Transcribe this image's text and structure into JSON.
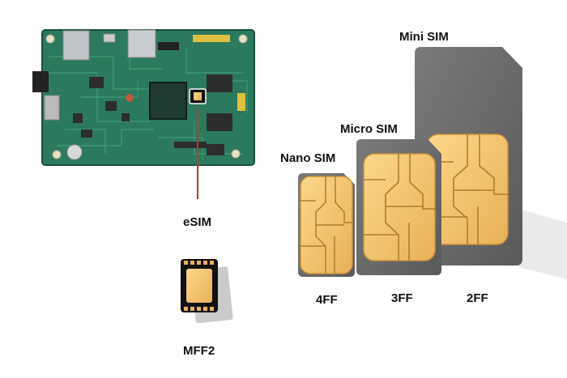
{
  "labels": {
    "esim": "eSIM",
    "mff2": "MFF2",
    "nano_sim": "Nano SIM",
    "micro_sim": "Micro SIM",
    "mini_sim": "Mini SIM",
    "ff4": "4FF",
    "ff3": "3FF",
    "ff2": "2FF"
  },
  "colors": {
    "board": "#2b7a5e",
    "board_dark": "#1e5d46",
    "chip_gold": "#f2c46a",
    "chip_gold_dark": "#c9923a",
    "sim_card": "#6f6f6f",
    "sim_card_dark": "#4d4d4d",
    "pointer": "#c0392b"
  }
}
